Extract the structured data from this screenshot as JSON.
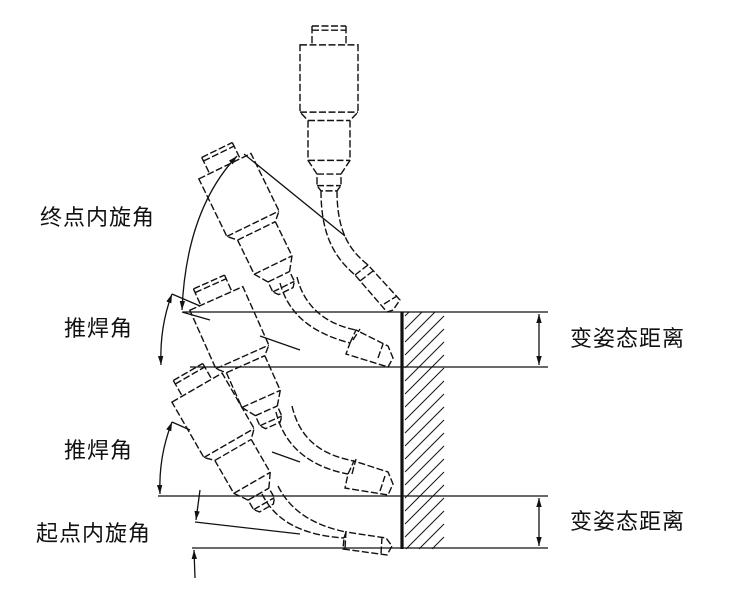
{
  "labels": {
    "end_inner_rotation_angle": "终点内旋角",
    "push_weld_angle_upper": "推焊角",
    "push_weld_angle_lower": "推焊角",
    "start_inner_rotation_angle": "起点内旋角",
    "pose_change_distance_upper": "变姿态距离",
    "pose_change_distance_lower": "变姿态距离"
  },
  "colors": {
    "line": "#111111",
    "background": "#ffffff"
  }
}
